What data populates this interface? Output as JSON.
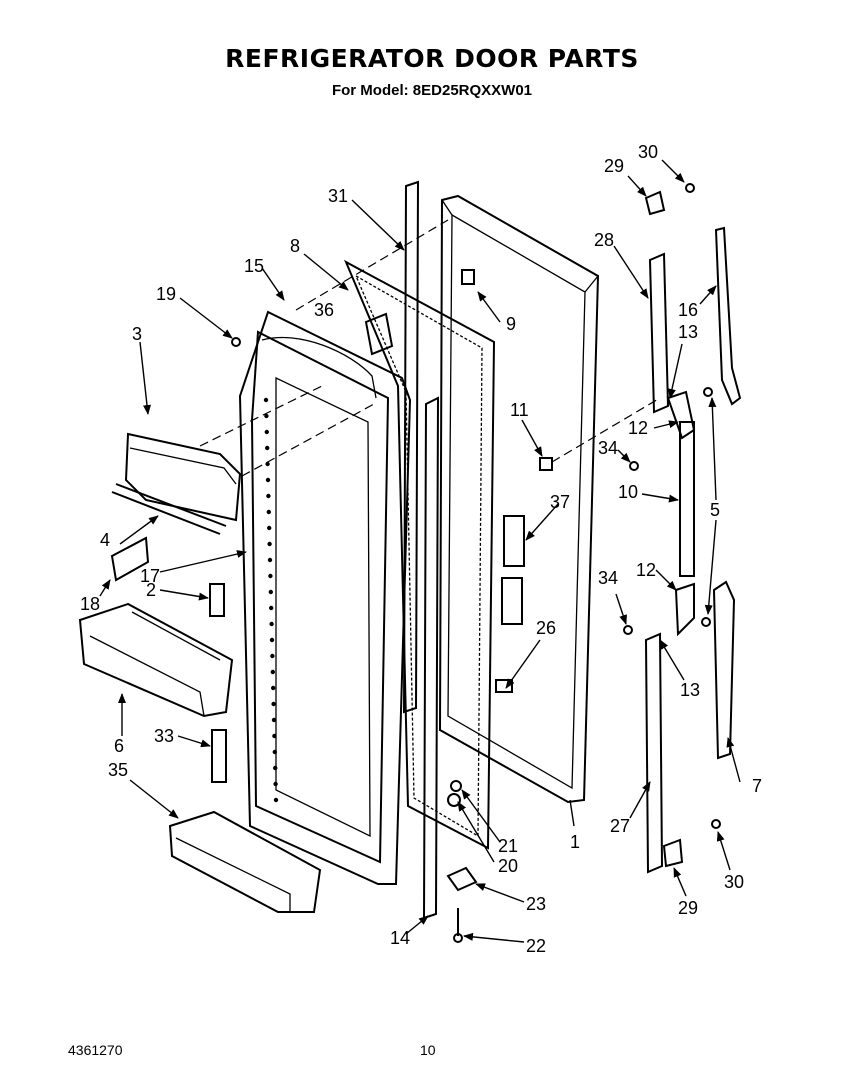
{
  "header": {
    "title": "REFRIGERATOR DOOR PARTS",
    "subtitle": "For Model: 8ED25RQXXW01"
  },
  "footer": {
    "doc_number": "4361270",
    "page_number": "10"
  },
  "callouts": {
    "c1": "1",
    "c2": "2",
    "c3": "3",
    "c4": "4",
    "c5": "5",
    "c6": "6",
    "c7": "7",
    "c8": "8",
    "c9": "9",
    "c10": "10",
    "c11": "11",
    "c12a": "12",
    "c12b": "12",
    "c13a": "13",
    "c13b": "13",
    "c14": "14",
    "c15": "15",
    "c16": "16",
    "c17": "17",
    "c18": "18",
    "c19": "19",
    "c20": "20",
    "c21": "21",
    "c22": "22",
    "c23": "23",
    "c26": "26",
    "c27": "27",
    "c28": "28",
    "c29a": "29",
    "c29b": "29",
    "c30a": "30",
    "c30b": "30",
    "c31": "31",
    "c33": "33",
    "c34a": "34",
    "c34b": "34",
    "c35": "35",
    "c36": "36",
    "c37": "37"
  }
}
